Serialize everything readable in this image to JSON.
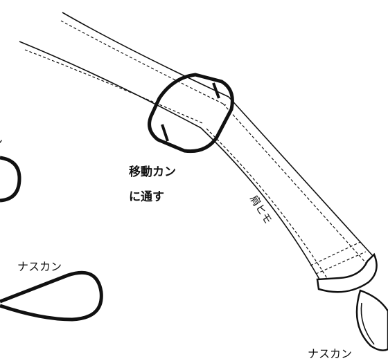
{
  "labels": {
    "move_kan_line1": "移動カン",
    "move_kan_line2": "に通す",
    "strap": "肩ヒモ",
    "nasukan_left": "ナスカン",
    "nasukan_bottom": "ナスカン",
    "nasukan_partial": "ン"
  },
  "colors": {
    "stroke": "#111111",
    "background": "#ffffff"
  }
}
